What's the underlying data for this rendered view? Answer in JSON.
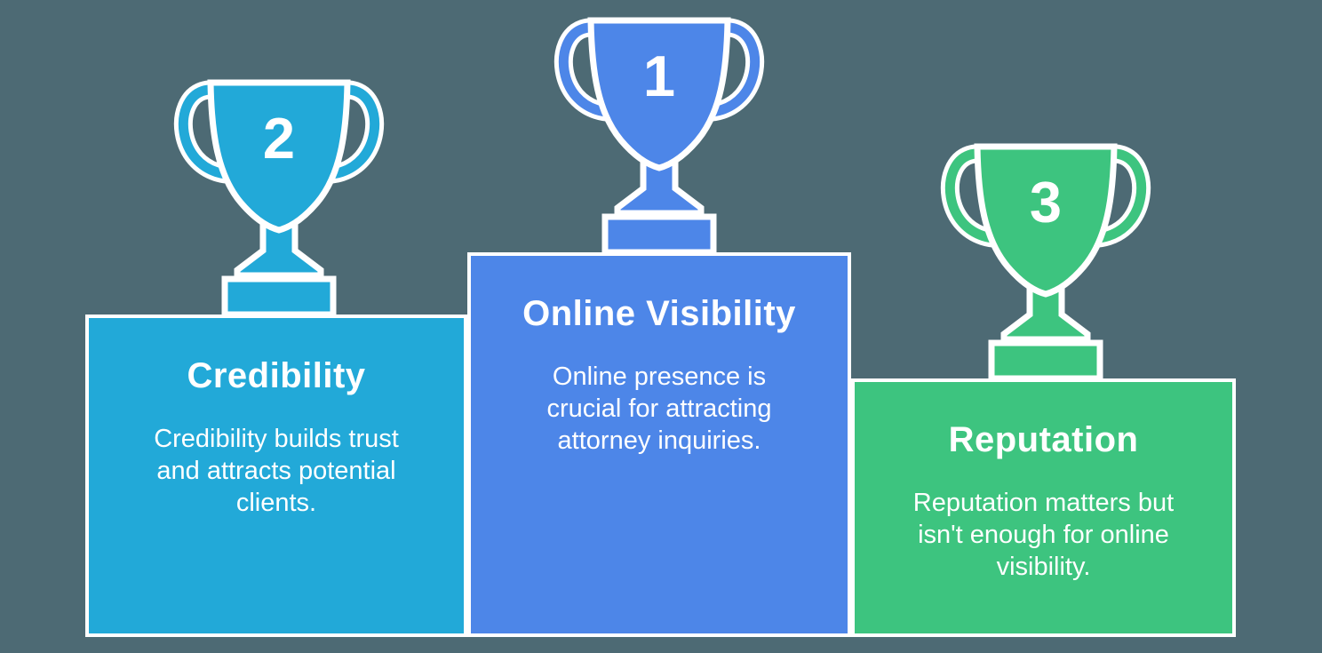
{
  "background_color": "#4d6a74",
  "border_color": "#ffffff",
  "text_color": "#ffffff",
  "podiums": [
    {
      "rank": "2",
      "title": "Credibility",
      "description": "Credibility builds trust\nand attracts potential\nclients.",
      "color": "#22a9d8"
    },
    {
      "rank": "1",
      "title": "Online Visibility",
      "description": "Online presence is\ncrucial for attracting\nattorney inquiries.",
      "color": "#4d86e8"
    },
    {
      "rank": "3",
      "title": "Reputation",
      "description": "Reputation matters but\nisn't enough for online\nvisibility.",
      "color": "#3dc47f"
    }
  ]
}
